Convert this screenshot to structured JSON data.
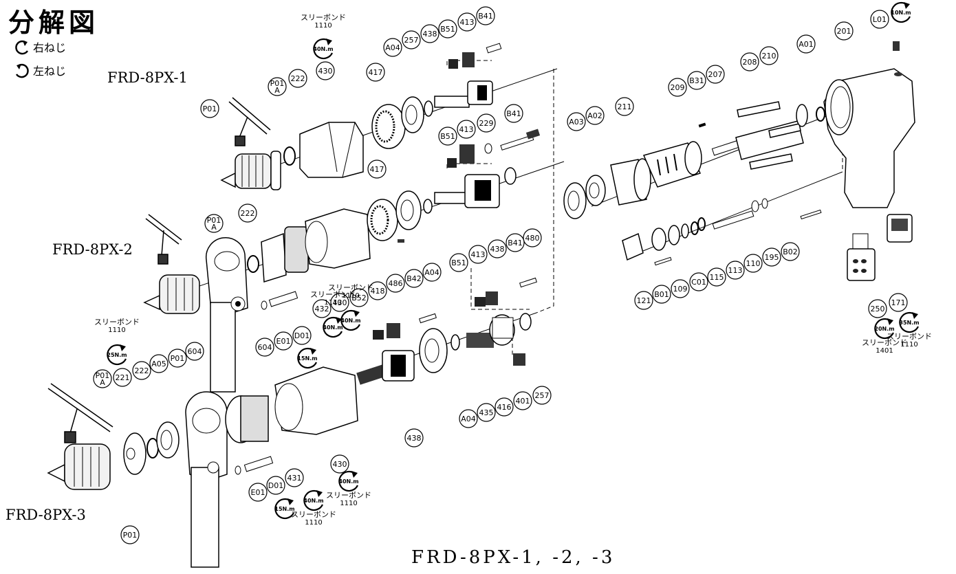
{
  "header": {
    "title": "分解図",
    "legend": [
      {
        "icon": "clockwise-arrow-icon",
        "label": "右ねじ"
      },
      {
        "icon": "counterclockwise-arrow-icon",
        "label": "左ねじ"
      }
    ]
  },
  "models": {
    "m1": "FRD-8PX-1",
    "m2": "FRD-8PX-2",
    "m3": "FRD-8PX-3",
    "bottom": "FRD-8PX-1, -2, -3"
  },
  "callouts": [
    {
      "id": "c1",
      "label": "P01"
    },
    {
      "id": "c2",
      "label": "P01A"
    },
    {
      "id": "c3",
      "label": "222"
    },
    {
      "id": "c4",
      "label": "430"
    },
    {
      "id": "c5",
      "label": "417"
    },
    {
      "id": "c6",
      "label": "A04"
    },
    {
      "id": "c7",
      "label": "257"
    },
    {
      "id": "c8",
      "label": "438"
    },
    {
      "id": "c9",
      "label": "B51"
    },
    {
      "id": "c10",
      "label": "413"
    },
    {
      "id": "c11",
      "label": "B41"
    },
    {
      "id": "c12",
      "label": "B51"
    },
    {
      "id": "c13",
      "label": "413"
    },
    {
      "id": "c14",
      "label": "229"
    },
    {
      "id": "c15",
      "label": "B41"
    },
    {
      "id": "c16",
      "label": "417"
    },
    {
      "id": "c17",
      "label": "480"
    },
    {
      "id": "c18",
      "label": "A03"
    },
    {
      "id": "c19",
      "label": "A02"
    },
    {
      "id": "c20",
      "label": "211"
    },
    {
      "id": "c21",
      "label": "209"
    },
    {
      "id": "c22",
      "label": "B31"
    },
    {
      "id": "c23",
      "label": "207"
    },
    {
      "id": "c24",
      "label": "208"
    },
    {
      "id": "c25",
      "label": "210"
    },
    {
      "id": "c26",
      "label": "A01"
    },
    {
      "id": "c27",
      "label": "201"
    },
    {
      "id": "c28",
      "label": "L01"
    },
    {
      "id": "c29",
      "label": "P01A"
    },
    {
      "id": "c30",
      "label": "222"
    },
    {
      "id": "c31",
      "label": "B51"
    },
    {
      "id": "c32",
      "label": "413"
    },
    {
      "id": "c33",
      "label": "438"
    },
    {
      "id": "c34",
      "label": "B41"
    },
    {
      "id": "c35",
      "label": "A04"
    },
    {
      "id": "c36",
      "label": "486"
    },
    {
      "id": "c37",
      "label": "B42"
    },
    {
      "id": "c38",
      "label": "418"
    },
    {
      "id": "c39",
      "label": "B52"
    },
    {
      "id": "c40",
      "label": "430"
    },
    {
      "id": "c41",
      "label": "432"
    },
    {
      "id": "c42",
      "label": "604"
    },
    {
      "id": "c43",
      "label": "E01"
    },
    {
      "id": "c44",
      "label": "D01"
    },
    {
      "id": "c45",
      "label": "P01"
    },
    {
      "id": "c46",
      "label": "221"
    },
    {
      "id": "c47",
      "label": "222"
    },
    {
      "id": "c48",
      "label": "A05"
    },
    {
      "id": "c49",
      "label": "604"
    },
    {
      "id": "c50",
      "label": "P01A"
    },
    {
      "id": "c51",
      "label": "P01"
    },
    {
      "id": "c52",
      "label": "E01"
    },
    {
      "id": "c53",
      "label": "D01"
    },
    {
      "id": "c54",
      "label": "431"
    },
    {
      "id": "c55",
      "label": "430"
    },
    {
      "id": "c56",
      "label": "438"
    },
    {
      "id": "c57",
      "label": "A04"
    },
    {
      "id": "c58",
      "label": "435"
    },
    {
      "id": "c59",
      "label": "416"
    },
    {
      "id": "c60",
      "label": "401"
    },
    {
      "id": "c61",
      "label": "257"
    },
    {
      "id": "c62",
      "label": "121"
    },
    {
      "id": "c63",
      "label": "B01"
    },
    {
      "id": "c64",
      "label": "109"
    },
    {
      "id": "c65",
      "label": "C01"
    },
    {
      "id": "c66",
      "label": "115"
    },
    {
      "id": "c67",
      "label": "113"
    },
    {
      "id": "c68",
      "label": "110"
    },
    {
      "id": "c69",
      "label": "195"
    },
    {
      "id": "c70",
      "label": "B02"
    },
    {
      "id": "c71",
      "label": "250"
    },
    {
      "id": "c72",
      "label": "171"
    }
  ],
  "torque_notes": [
    {
      "id": "t1",
      "torque": "40N.m",
      "adhesive": "スリーボンド",
      "grade": "1110"
    },
    {
      "id": "t2",
      "torque": "10N.m",
      "adhesive": "",
      "grade": ""
    },
    {
      "id": "t3",
      "torque": "40N.m",
      "adhesive": "スリーボンド",
      "grade": "1110"
    },
    {
      "id": "t4",
      "torque": "40N.m",
      "adhesive": "スリーボンド",
      "grade": "1110"
    },
    {
      "id": "t5",
      "torque": "15N.m",
      "adhesive": "",
      "grade": ""
    },
    {
      "id": "t6",
      "torque": "25N.m",
      "adhesive": "スリーボンド",
      "grade": "1110"
    },
    {
      "id": "t7",
      "torque": "15N.m",
      "adhesive": "",
      "grade": ""
    },
    {
      "id": "t8",
      "torque": "40N.m",
      "adhesive": "スリーボンド",
      "grade": "1110"
    },
    {
      "id": "t9",
      "torque": "40N.m",
      "adhesive": "スリーボンド",
      "grade": "1110"
    },
    {
      "id": "t10",
      "torque": "20N.m",
      "adhesive": "スリーボンド",
      "grade": "1401"
    },
    {
      "id": "t11",
      "torque": "35N.m",
      "adhesive": "スリーボンド",
      "grade": "1110"
    }
  ]
}
